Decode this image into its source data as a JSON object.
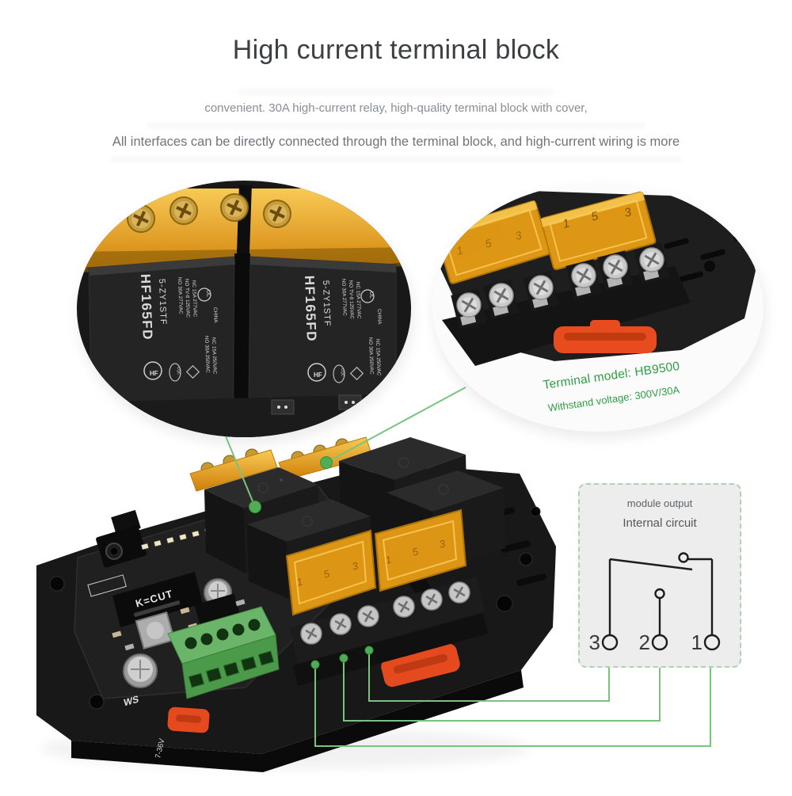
{
  "header": {
    "title": "High current terminal block",
    "subtitle_line1": "convenient. 30A high-current relay, high-quality terminal block with cover,",
    "subtitle_line2": "All interfaces can be directly connected through the terminal block, and high-current wiring is more"
  },
  "callouts": {
    "terminal_model": "Terminal model: HB9500",
    "withstand_voltage": "Withstand voltage: 300V/30A"
  },
  "internal_circuit_box": {
    "label_line1": "module output",
    "label_line2": "Internal circuit",
    "terminal_numbers": [
      "3",
      "2",
      "1"
    ]
  },
  "relay_closeup": {
    "model": "HF165FD",
    "type_code": "5-ZY1STF",
    "ratings_top": [
      "NO 30A 277VAC",
      "NO TV-8 125VAC",
      "NC 15A 277VAC"
    ],
    "ratings_bottom": [
      "NO 30A 250VAC",
      "NC 15A 250VAC"
    ],
    "brand": "HF",
    "origin": "CHINA",
    "cert_ul": "UL",
    "cert_cqc": "CQC"
  },
  "terminal_closeup": {
    "cover_numbers": [
      "1",
      "5",
      "3"
    ]
  },
  "board": {
    "module_label": "K=CUT",
    "power_label": "7-36V",
    "brand_logo": "WS",
    "cover_numbers": [
      "1",
      "5",
      "3"
    ]
  },
  "colors": {
    "accent_green_line": "#79c47d",
    "accent_green_dot": "#4fae53",
    "callout_text_green": "#2f9e44",
    "amber_cover": "#eda114",
    "amber_strip_light": "#f8ca55",
    "amber_strip_dark": "#cf7e07",
    "orange_clip": "#e84b1e",
    "green_terminal": "#57a557",
    "title_gray": "#3c4043",
    "subtitle_gray": "#6f757b"
  }
}
